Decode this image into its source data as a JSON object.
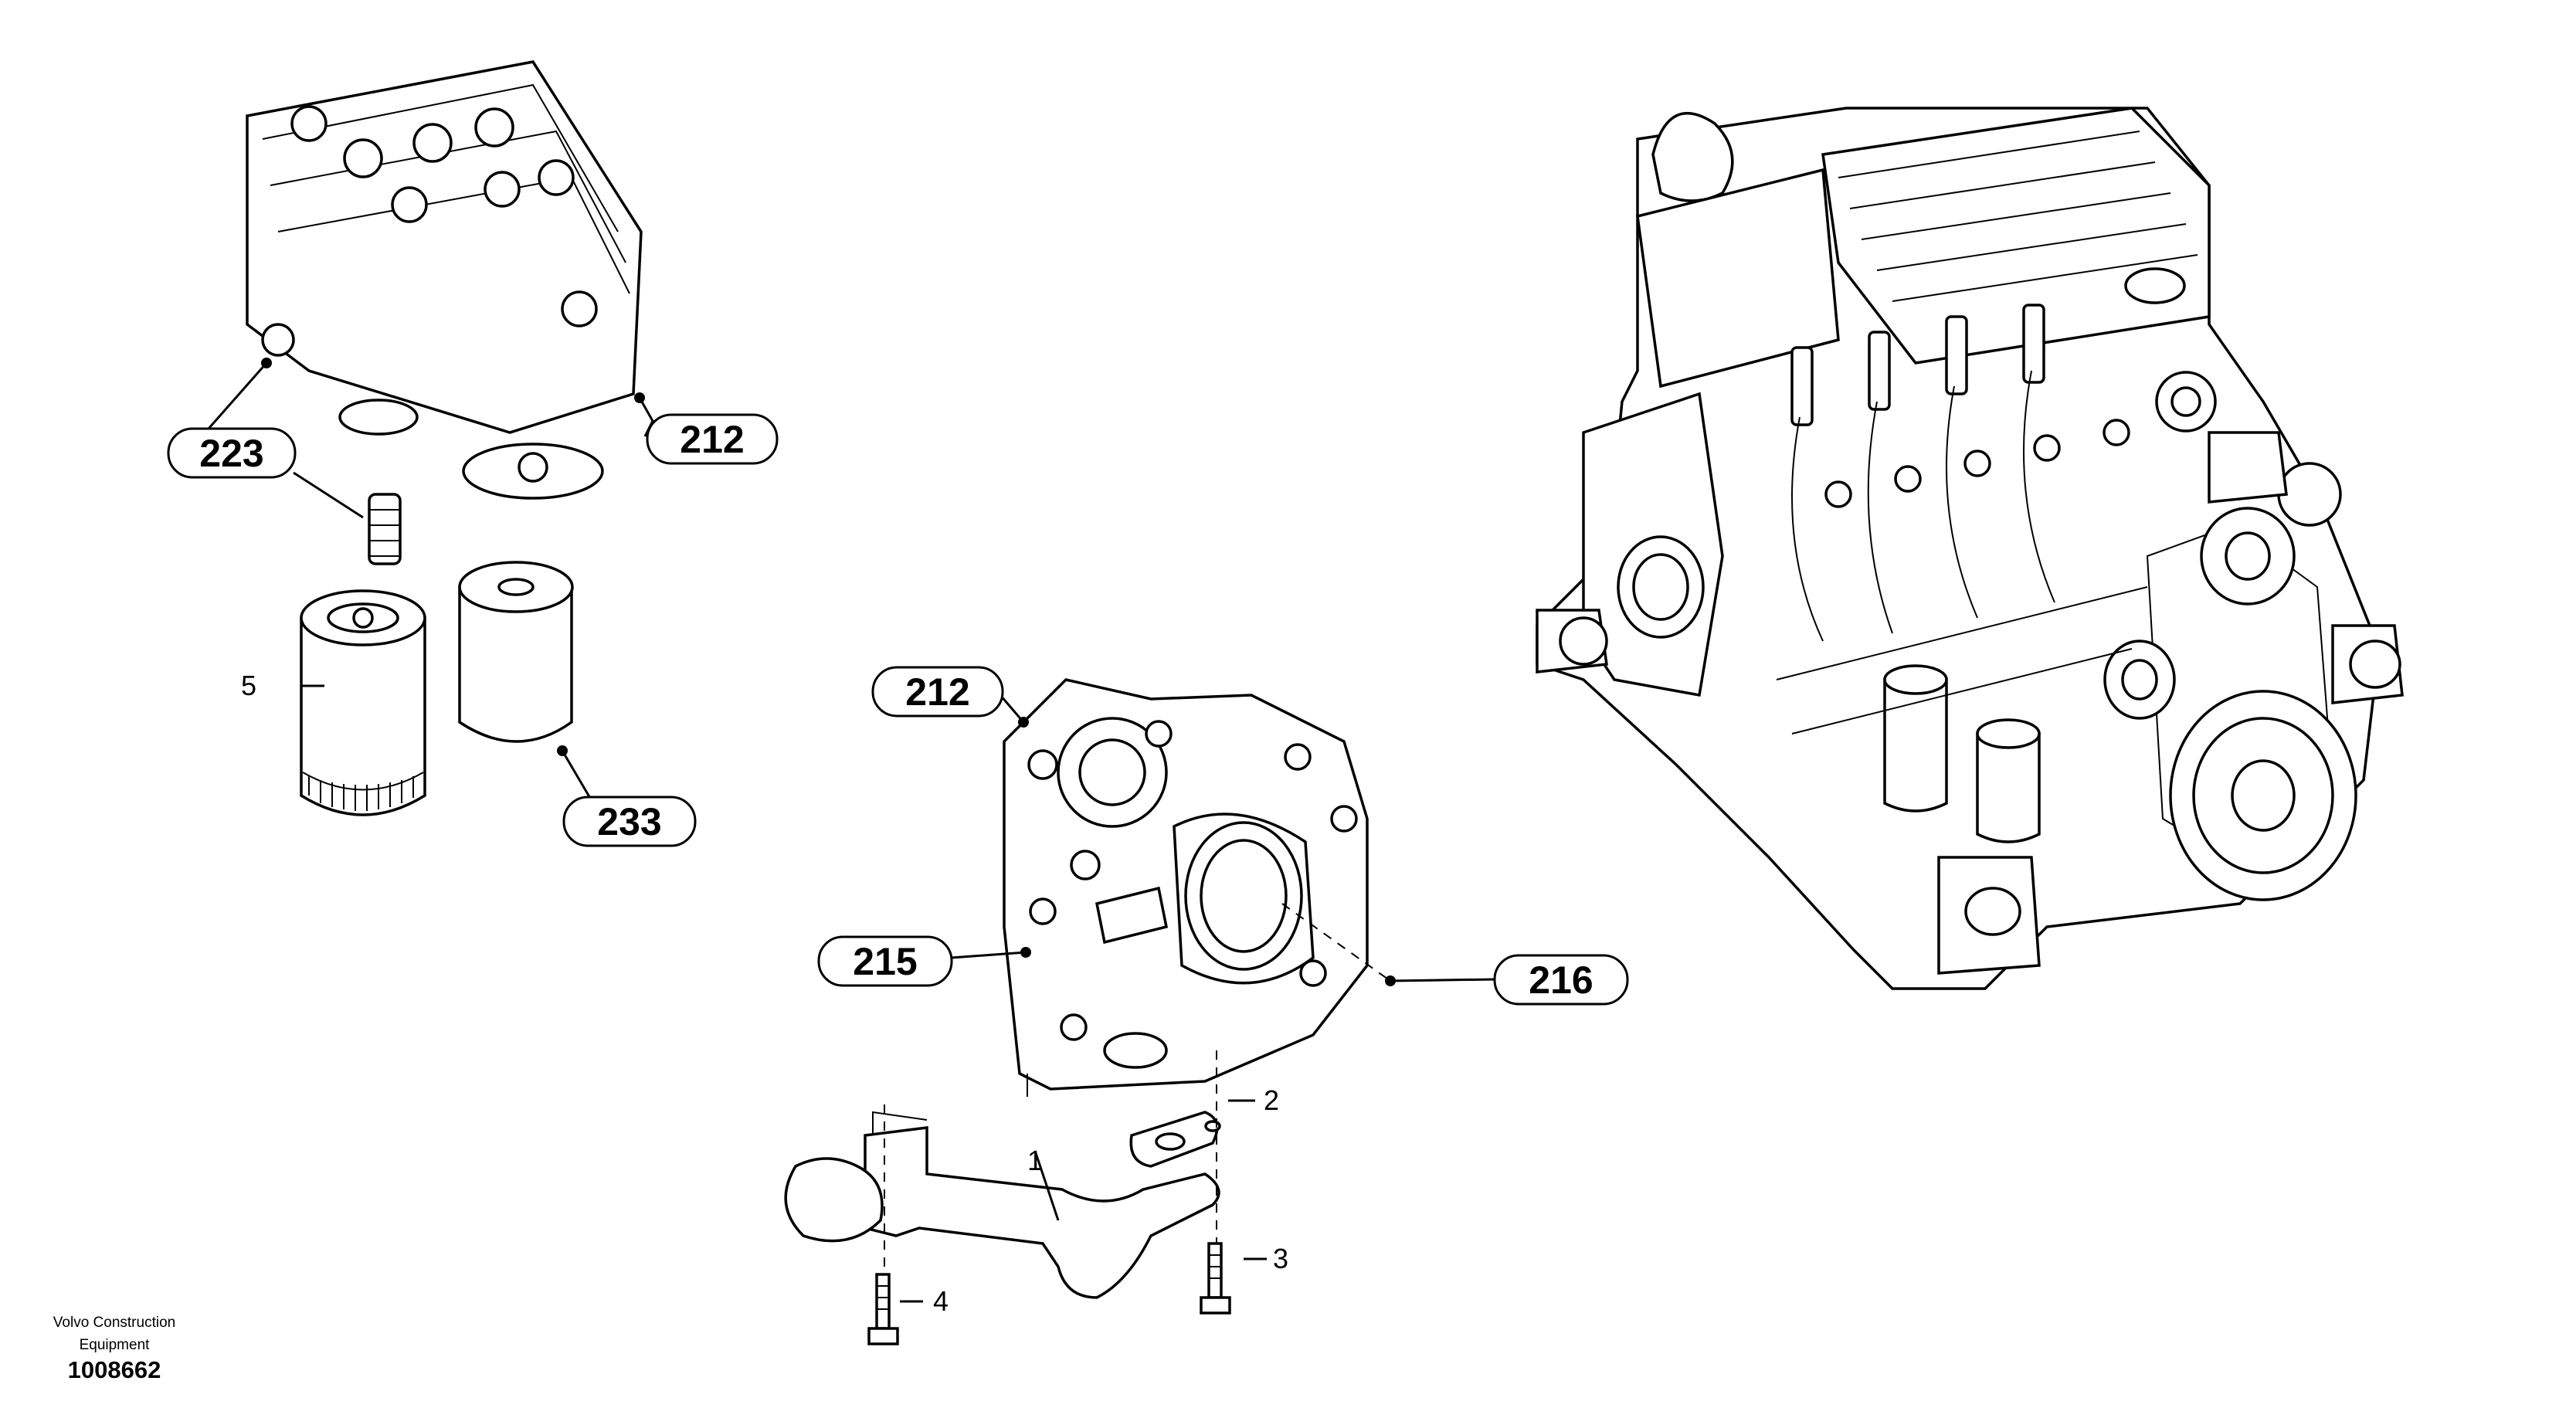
{
  "callouts": {
    "c223": "223",
    "c212_top": "212",
    "c233": "233",
    "c212_mid": "212",
    "c215": "215",
    "c216": "216"
  },
  "item_numbers": {
    "n5": "5",
    "n1": "1",
    "n2": "2",
    "n3": "3",
    "n4": "4"
  },
  "footer": {
    "brand_line1": "Volvo Construction",
    "brand_line2": "Equipment",
    "drawing_id": "1008662"
  },
  "colors": {
    "ink": "#000000",
    "paper": "#ffffff"
  }
}
